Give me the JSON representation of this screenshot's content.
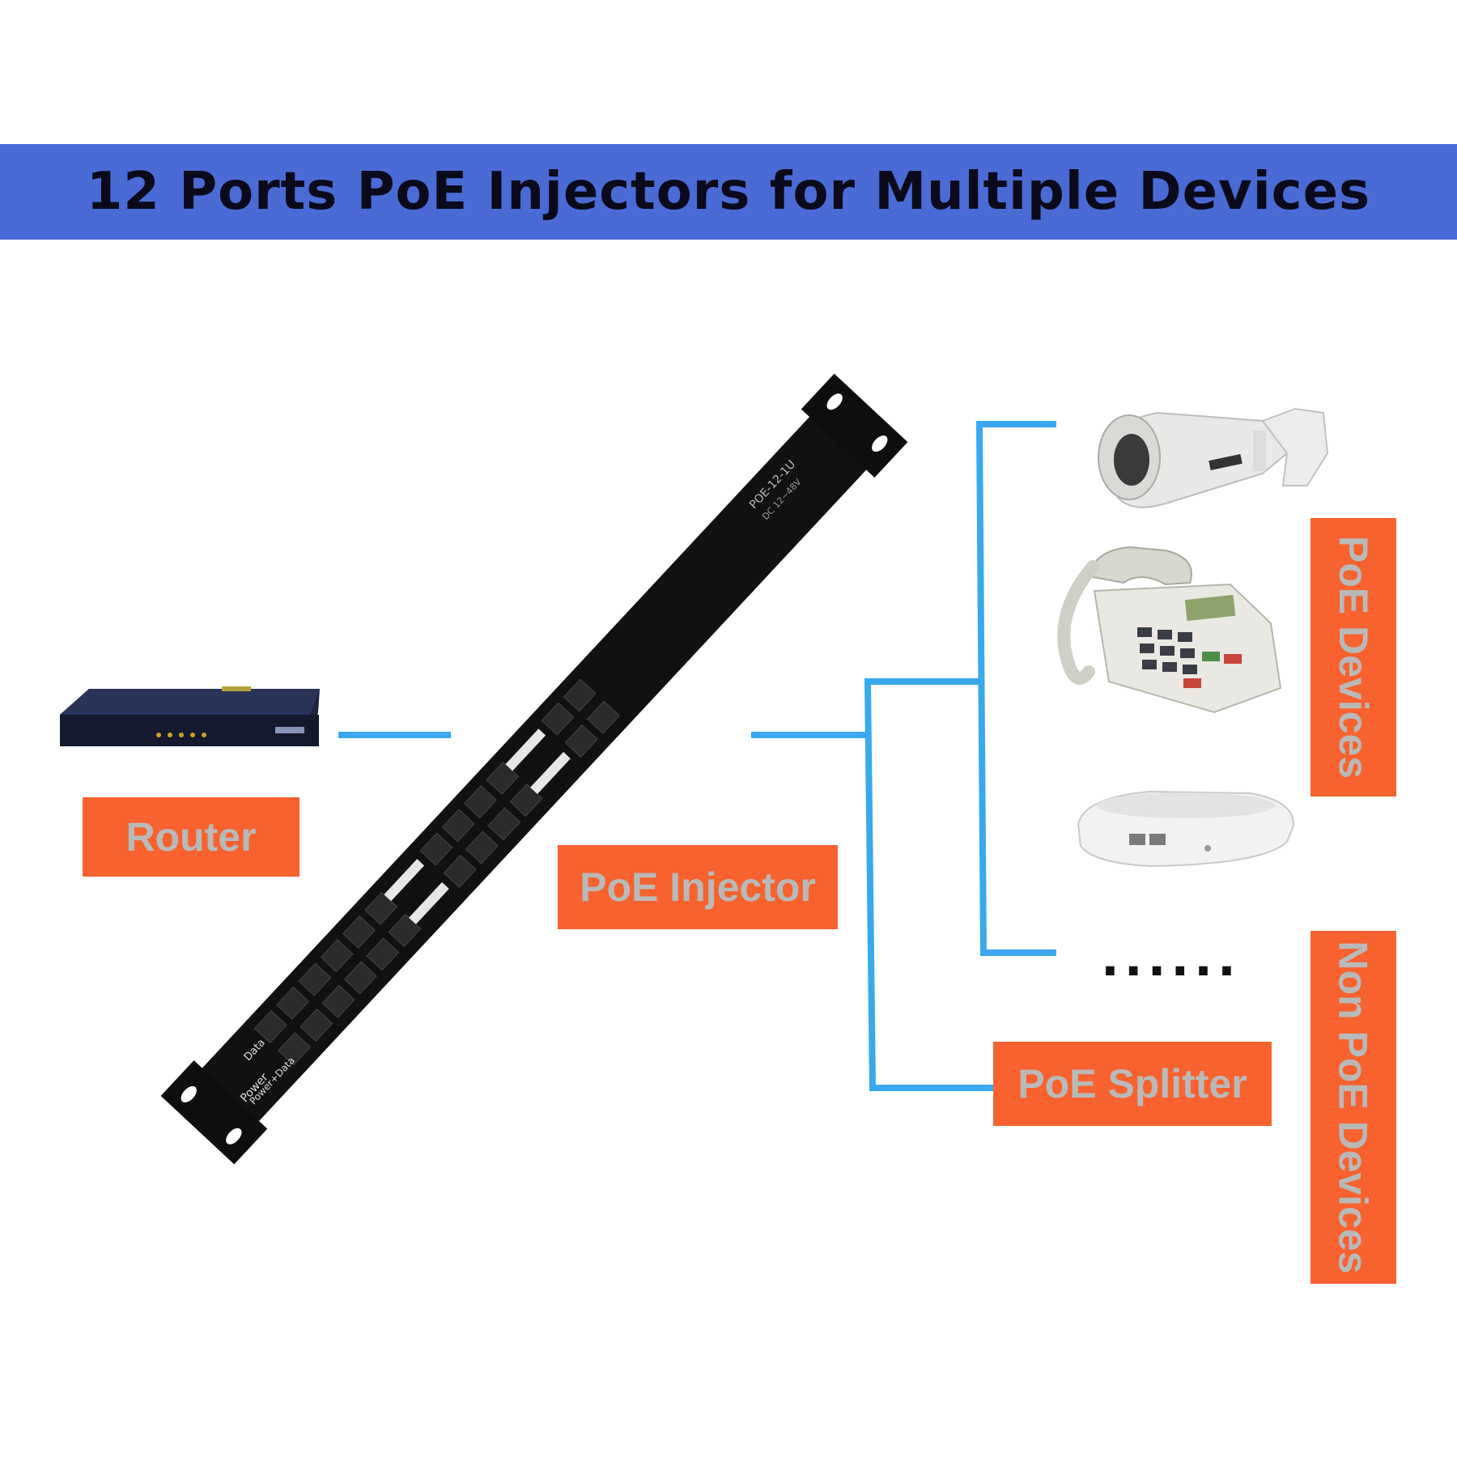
{
  "banner": {
    "title": "12 Ports PoE Injectors for Multiple Devices"
  },
  "labels": {
    "router": "Router",
    "injector": "PoE Injector",
    "splitter": "PoE Splitter",
    "poe_devices": "PoE Devices",
    "non_poe_devices": "Non PoE Devices"
  },
  "injector_panel": {
    "model": "POE-12-1U",
    "spec": "DC 12~48V",
    "power_label": "Power",
    "data_label": "Data",
    "power_data_label": "Power+Data"
  },
  "ellipsis": "......",
  "colors": {
    "banner": "#4a6bd6",
    "tag": "#f7622f",
    "tag_text": "#b9b9b9",
    "connector": "#39a8ef",
    "device_dark": "#1a1a1a"
  },
  "icons": {
    "router": "router-device-icon",
    "injector": "rack-poe-injector-icon",
    "camera": "bullet-camera-icon",
    "phone": "ip-phone-icon",
    "access_point": "wireless-access-point-icon"
  }
}
